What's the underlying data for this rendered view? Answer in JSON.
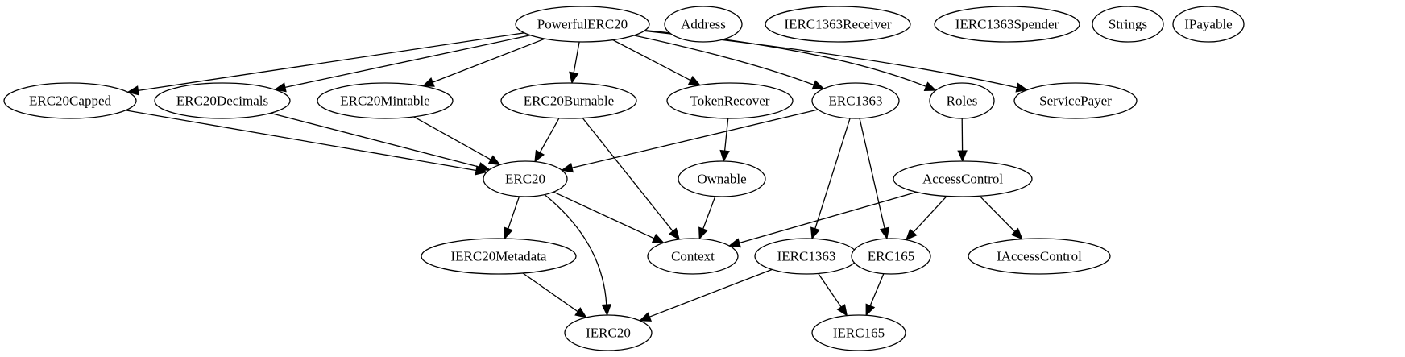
{
  "diagram": {
    "type": "directed-graph",
    "nodes": [
      {
        "id": "PowerfulERC20",
        "label": "PowerfulERC20"
      },
      {
        "id": "Address",
        "label": "Address"
      },
      {
        "id": "IERC1363Receiver",
        "label": "IERC1363Receiver"
      },
      {
        "id": "IERC1363Spender",
        "label": "IERC1363Spender"
      },
      {
        "id": "Strings",
        "label": "Strings"
      },
      {
        "id": "IPayable",
        "label": "IPayable"
      },
      {
        "id": "ERC20Capped",
        "label": "ERC20Capped"
      },
      {
        "id": "ERC20Decimals",
        "label": "ERC20Decimals"
      },
      {
        "id": "ERC20Mintable",
        "label": "ERC20Mintable"
      },
      {
        "id": "ERC20Burnable",
        "label": "ERC20Burnable"
      },
      {
        "id": "TokenRecover",
        "label": "TokenRecover"
      },
      {
        "id": "ERC1363",
        "label": "ERC1363"
      },
      {
        "id": "Roles",
        "label": "Roles"
      },
      {
        "id": "ServicePayer",
        "label": "ServicePayer"
      },
      {
        "id": "ERC20",
        "label": "ERC20"
      },
      {
        "id": "Ownable",
        "label": "Ownable"
      },
      {
        "id": "AccessControl",
        "label": "AccessControl"
      },
      {
        "id": "IERC20Metadata",
        "label": "IERC20Metadata"
      },
      {
        "id": "Context",
        "label": "Context"
      },
      {
        "id": "IERC1363",
        "label": "IERC1363"
      },
      {
        "id": "ERC165",
        "label": "ERC165"
      },
      {
        "id": "IAccessControl",
        "label": "IAccessControl"
      },
      {
        "id": "IERC20",
        "label": "IERC20"
      },
      {
        "id": "IERC165",
        "label": "IERC165"
      }
    ],
    "edges": [
      {
        "from": "PowerfulERC20",
        "to": "ERC20Capped"
      },
      {
        "from": "PowerfulERC20",
        "to": "ERC20Decimals"
      },
      {
        "from": "PowerfulERC20",
        "to": "ERC20Mintable"
      },
      {
        "from": "PowerfulERC20",
        "to": "ERC20Burnable"
      },
      {
        "from": "PowerfulERC20",
        "to": "TokenRecover"
      },
      {
        "from": "PowerfulERC20",
        "to": "ERC1363"
      },
      {
        "from": "PowerfulERC20",
        "to": "Roles"
      },
      {
        "from": "PowerfulERC20",
        "to": "ServicePayer"
      },
      {
        "from": "ERC20Capped",
        "to": "ERC20"
      },
      {
        "from": "ERC20Decimals",
        "to": "ERC20"
      },
      {
        "from": "ERC20Mintable",
        "to": "ERC20"
      },
      {
        "from": "ERC20Burnable",
        "to": "ERC20"
      },
      {
        "from": "ERC20Burnable",
        "to": "Context"
      },
      {
        "from": "TokenRecover",
        "to": "Ownable"
      },
      {
        "from": "ERC1363",
        "to": "ERC20"
      },
      {
        "from": "ERC1363",
        "to": "IERC1363"
      },
      {
        "from": "ERC1363",
        "to": "ERC165"
      },
      {
        "from": "Roles",
        "to": "AccessControl"
      },
      {
        "from": "ERC20",
        "to": "IERC20Metadata"
      },
      {
        "from": "ERC20",
        "to": "Context"
      },
      {
        "from": "ERC20",
        "to": "IERC20"
      },
      {
        "from": "Ownable",
        "to": "Context"
      },
      {
        "from": "AccessControl",
        "to": "Context"
      },
      {
        "from": "AccessControl",
        "to": "ERC165"
      },
      {
        "from": "AccessControl",
        "to": "IAccessControl"
      },
      {
        "from": "IERC20Metadata",
        "to": "IERC20"
      },
      {
        "from": "IERC1363",
        "to": "IERC20"
      },
      {
        "from": "IERC1363",
        "to": "IERC165"
      },
      {
        "from": "ERC165",
        "to": "IERC165"
      }
    ]
  }
}
